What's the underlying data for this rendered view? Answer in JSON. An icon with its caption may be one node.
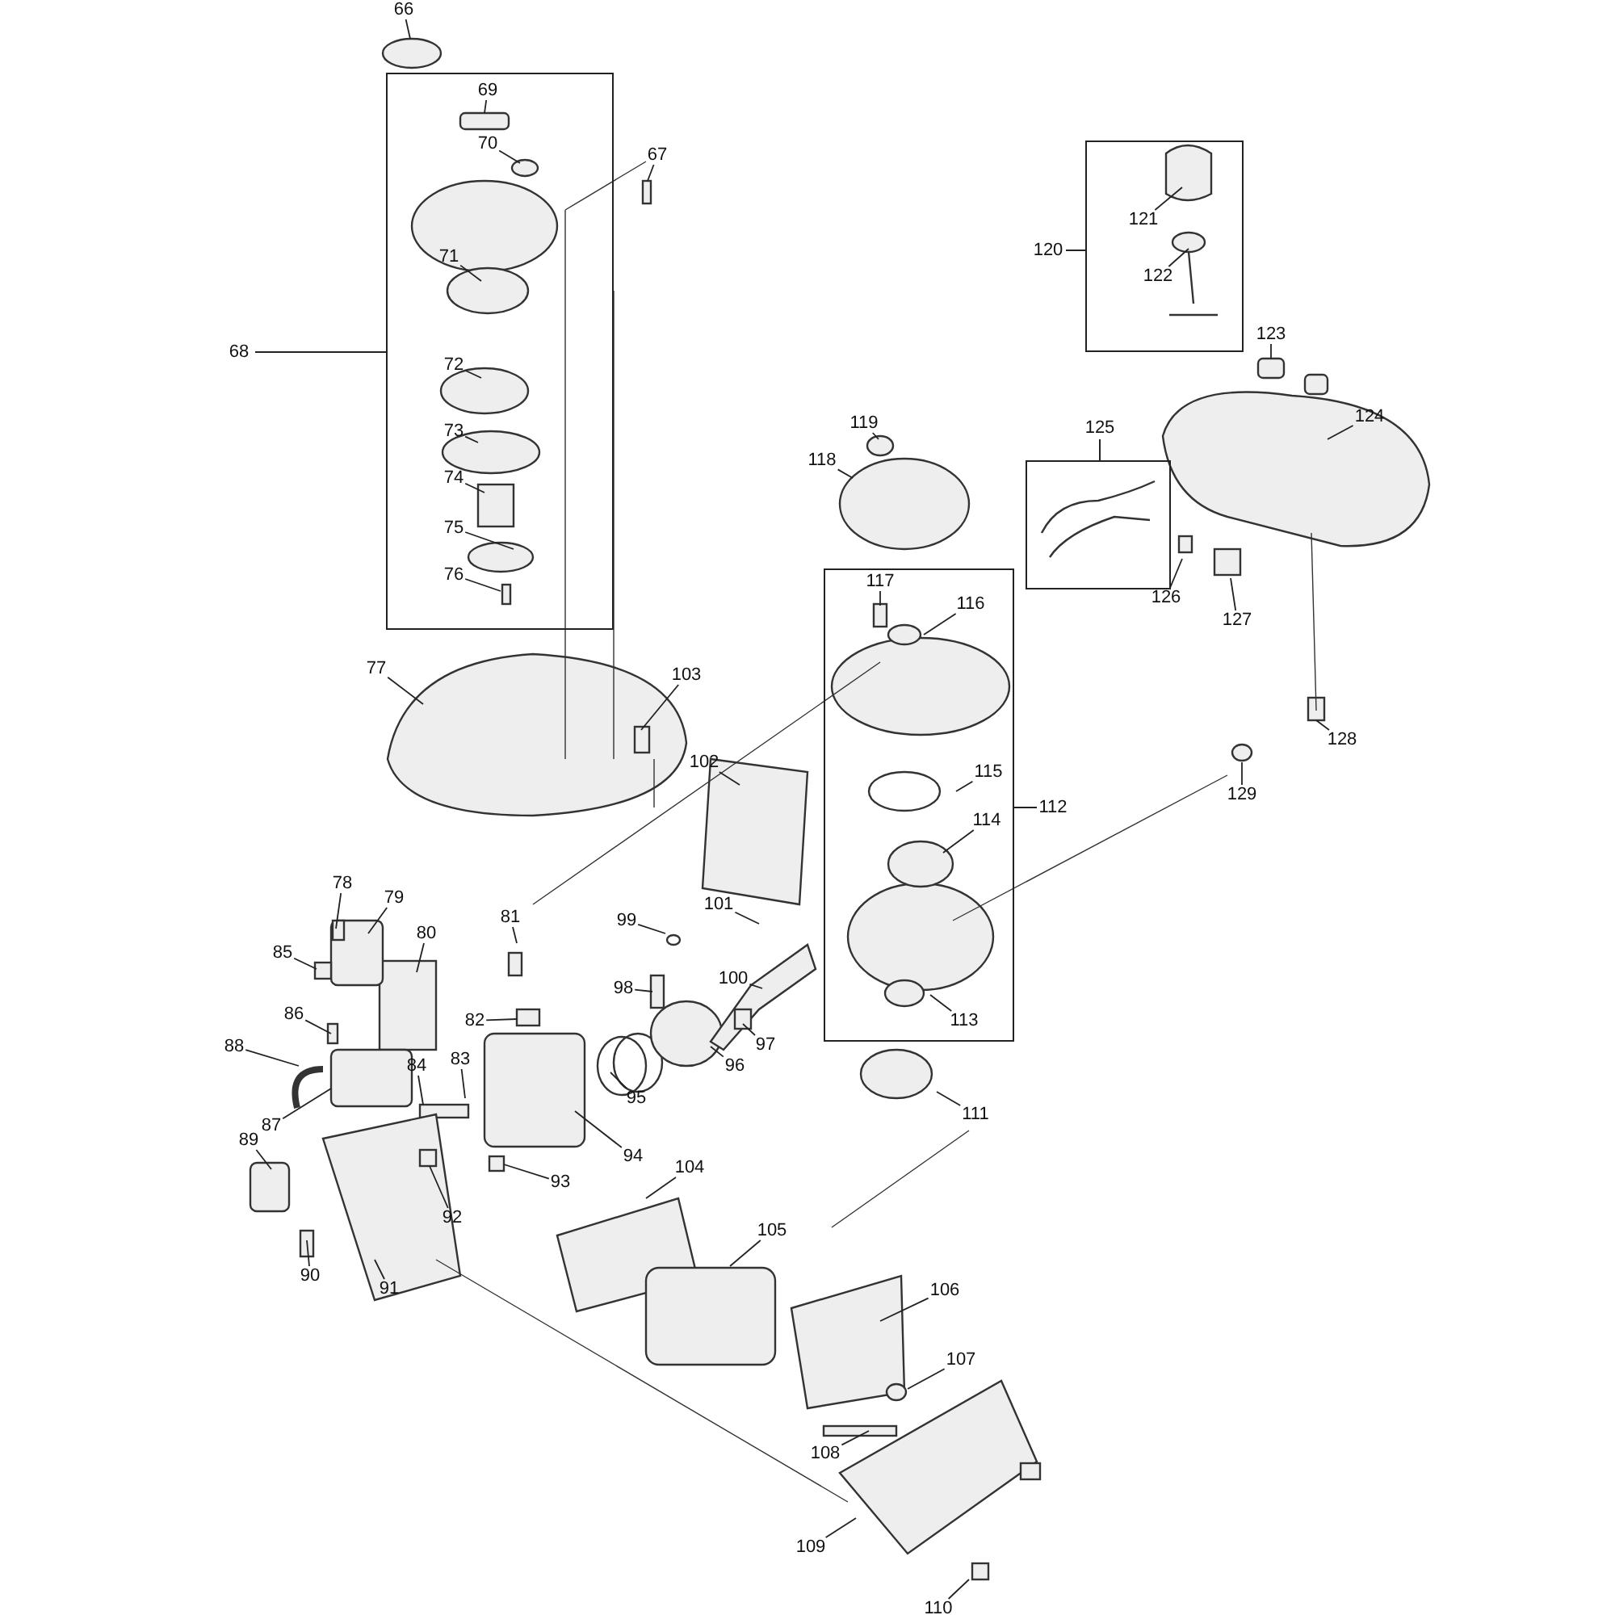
{
  "diagram": {
    "nodes": [
      {
        "text": [
          "66"
        ]
      },
      {
        "text": [
          "67"
        ]
      },
      {
        "text": [
          "68"
        ]
      },
      {
        "text": [
          "69"
        ],
        "in": 2
      },
      {
        "text": [
          "70"
        ],
        "in": 2
      },
      {
        "text": [
          "71"
        ],
        "in": 2
      },
      {
        "text": [
          "72"
        ],
        "in": 2
      },
      {
        "text": [
          "73"
        ],
        "in": 2
      },
      {
        "text": [
          "74"
        ],
        "in": 2
      },
      {
        "text": [
          "75"
        ],
        "in": 2
      },
      {
        "text": [
          "76"
        ],
        "in": 2
      },
      {
        "text": [
          "77"
        ]
      },
      {
        "text": [
          "78"
        ]
      },
      {
        "text": [
          "79"
        ]
      },
      {
        "text": [
          "80"
        ]
      },
      {
        "text": [
          "81"
        ]
      },
      {
        "text": [
          "82"
        ]
      },
      {
        "text": [
          "83"
        ]
      },
      {
        "text": [
          "84"
        ]
      },
      {
        "text": [
          "85"
        ]
      },
      {
        "text": [
          "86"
        ]
      },
      {
        "text": [
          "87"
        ]
      },
      {
        "text": [
          "88"
        ]
      },
      {
        "text": [
          "89"
        ]
      },
      {
        "text": [
          "90"
        ]
      },
      {
        "text": [
          "91"
        ]
      },
      {
        "text": [
          "92"
        ]
      },
      {
        "text": [
          "93"
        ]
      },
      {
        "text": [
          "94"
        ]
      },
      {
        "text": [
          "95"
        ]
      },
      {
        "text": [
          "96"
        ]
      },
      {
        "text": [
          "97"
        ]
      },
      {
        "text": [
          "98"
        ]
      },
      {
        "text": [
          "99"
        ]
      },
      {
        "text": [
          "100"
        ]
      },
      {
        "text": [
          "101"
        ]
      },
      {
        "text": [
          "102"
        ]
      },
      {
        "text": [
          "103"
        ]
      },
      {
        "text": [
          "104"
        ]
      },
      {
        "text": [
          "105"
        ]
      },
      {
        "text": [
          "106"
        ]
      },
      {
        "text": [
          "107"
        ]
      },
      {
        "text": [
          "108"
        ]
      },
      {
        "text": [
          "109"
        ]
      },
      {
        "text": [
          "110"
        ]
      },
      {
        "text": [
          "111"
        ]
      },
      {
        "text": [
          "112"
        ]
      },
      {
        "text": [
          "113"
        ],
        "in": 46
      },
      {
        "text": [
          "114"
        ],
        "in": 46
      },
      {
        "text": [
          "115"
        ],
        "in": 46
      },
      {
        "text": [
          "116"
        ],
        "in": 46
      },
      {
        "text": [
          "117"
        ],
        "in": 46
      },
      {
        "text": [
          "118"
        ]
      },
      {
        "text": [
          "119"
        ]
      },
      {
        "text": [
          "120"
        ]
      },
      {
        "text": [
          "121"
        ],
        "in": 54
      },
      {
        "text": [
          "122"
        ],
        "in": 54
      },
      {
        "text": [
          "123"
        ]
      },
      {
        "text": [
          "124"
        ]
      },
      {
        "text": [
          "125"
        ]
      },
      {
        "text": [
          "126"
        ]
      },
      {
        "text": [
          "127"
        ]
      },
      {
        "text": [
          "128"
        ]
      },
      {
        "text": [
          "129"
        ]
      }
    ],
    "edges": [
      {
        "from": 0,
        "to": null,
        "arrow": "none"
      },
      {
        "from": 1,
        "to": null,
        "arrow": "none"
      },
      {
        "from": 3,
        "to": null,
        "arrow": "none"
      },
      {
        "from": 4,
        "to": null,
        "arrow": "none"
      },
      {
        "from": 5,
        "to": null,
        "arrow": "none"
      },
      {
        "from": 6,
        "to": null,
        "arrow": "none"
      },
      {
        "from": 7,
        "to": null,
        "arrow": "none"
      },
      {
        "from": 8,
        "to": null,
        "arrow": "none"
      },
      {
        "from": 9,
        "to": null,
        "arrow": "none"
      },
      {
        "from": 10,
        "to": null,
        "arrow": "none"
      },
      {
        "from": 11,
        "to": null,
        "arrow": "none"
      },
      {
        "from": 12,
        "to": null,
        "arrow": "none"
      },
      {
        "from": 13,
        "to": null,
        "arrow": "none"
      },
      {
        "from": 14,
        "to": null,
        "arrow": "none"
      },
      {
        "from": 15,
        "to": null,
        "arrow": "none"
      },
      {
        "from": 16,
        "to": null,
        "arrow": "none"
      },
      {
        "from": 17,
        "to": null,
        "arrow": "none"
      },
      {
        "from": 18,
        "to": null,
        "arrow": "none"
      },
      {
        "from": 19,
        "to": null,
        "arrow": "none"
      },
      {
        "from": 20,
        "to": null,
        "arrow": "none"
      },
      {
        "from": 21,
        "to": null,
        "arrow": "none"
      },
      {
        "from": 22,
        "to": null,
        "arrow": "none"
      },
      {
        "from": 23,
        "to": null,
        "arrow": "none"
      },
      {
        "from": 24,
        "to": null,
        "arrow": "none"
      },
      {
        "from": 25,
        "to": null,
        "arrow": "none"
      },
      {
        "from": 26,
        "to": null,
        "arrow": "none"
      },
      {
        "from": 27,
        "to": null,
        "arrow": "none"
      },
      {
        "from": 28,
        "to": null,
        "arrow": "none"
      },
      {
        "from": 29,
        "to": null,
        "arrow": "none"
      },
      {
        "from": 30,
        "to": null,
        "arrow": "none"
      },
      {
        "from": 31,
        "to": null,
        "arrow": "none"
      },
      {
        "from": 32,
        "to": null,
        "arrow": "none"
      },
      {
        "from": 33,
        "to": null,
        "arrow": "none"
      },
      {
        "from": 34,
        "to": null,
        "arrow": "none"
      },
      {
        "from": 35,
        "to": null,
        "arrow": "none"
      },
      {
        "from": 36,
        "to": null,
        "arrow": "none"
      },
      {
        "from": 37,
        "to": null,
        "arrow": "none"
      },
      {
        "from": 38,
        "to": null,
        "arrow": "none"
      },
      {
        "from": 39,
        "to": null,
        "arrow": "none"
      },
      {
        "from": 40,
        "to": null,
        "arrow": "none"
      },
      {
        "from": 41,
        "to": null,
        "arrow": "none"
      },
      {
        "from": 42,
        "to": null,
        "arrow": "none"
      },
      {
        "from": 43,
        "to": null,
        "arrow": "none"
      },
      {
        "from": 44,
        "to": null,
        "arrow": "none"
      },
      {
        "from": 45,
        "to": null,
        "arrow": "none"
      },
      {
        "from": 47,
        "to": null,
        "arrow": "none"
      },
      {
        "from": 48,
        "to": null,
        "arrow": "none"
      },
      {
        "from": 49,
        "to": null,
        "arrow": "none"
      },
      {
        "from": 50,
        "to": null,
        "arrow": "none"
      },
      {
        "from": 51,
        "to": null,
        "arrow": "none"
      },
      {
        "from": 52,
        "to": null,
        "arrow": "none"
      },
      {
        "from": 53,
        "to": null,
        "arrow": "none"
      },
      {
        "from": 55,
        "to": null,
        "arrow": "none"
      },
      {
        "from": 56,
        "to": null,
        "arrow": "none"
      },
      {
        "from": 57,
        "to": null,
        "arrow": "none"
      },
      {
        "from": 58,
        "to": null,
        "arrow": "none"
      },
      {
        "from": 60,
        "to": null,
        "arrow": "none"
      },
      {
        "from": 61,
        "to": null,
        "arrow": "none"
      },
      {
        "from": 62,
        "to": null,
        "arrow": "none"
      },
      {
        "from": 63,
        "to": null,
        "arrow": "none"
      }
    ]
  }
}
